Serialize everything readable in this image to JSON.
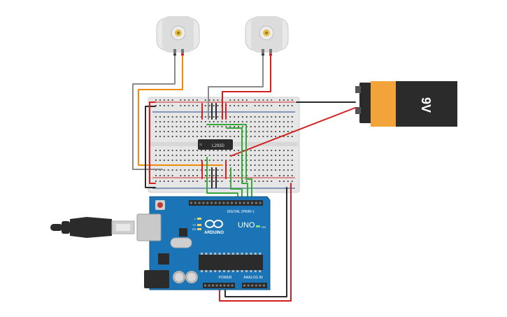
{
  "colors": {
    "background": "#ffffff",
    "breadboard": "#e6e6e6",
    "rail_red": "#d22b2b",
    "rail_blue": "#1e4a8c",
    "arduino_board": "#1b74b6",
    "wire_black": "#2a2a2a",
    "wire_grey": "#8a8a8a",
    "wire_orange": "#f08a0b",
    "wire_red": "#d21f1f",
    "wire_green": "#37a83a",
    "battery_orange": "#f2a33a",
    "battery_black": "#2b2b2b"
  },
  "components": {
    "motor_left": {
      "icon": "dc-motor-icon"
    },
    "motor_right": {
      "icon": "dc-motor-icon"
    },
    "battery": {
      "label": "9V",
      "icon": "battery-9v-icon"
    },
    "ic": {
      "label": "L293D",
      "icon": "ic-chip-icon"
    },
    "usb": {
      "icon": "usb-cable-icon"
    }
  },
  "arduino": {
    "brand": "ARDUINO",
    "model": "UNO",
    "header_digital": "DIGITAL (PWM~)",
    "header_power": "POWER",
    "header_analog": "ANALOG IN",
    "led_l": "L",
    "led_tx": "TX",
    "led_rx": "RX",
    "on_label": "ON"
  }
}
